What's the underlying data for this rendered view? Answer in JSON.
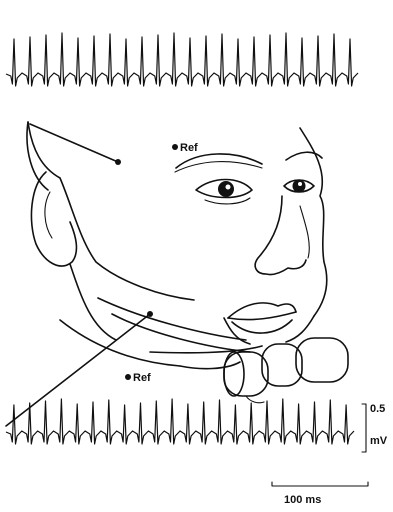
{
  "labels": {
    "ref_top": "Ref",
    "ref_bottom": "Ref",
    "scale_voltage_value": "0.5",
    "scale_voltage_unit": "mV",
    "scale_time": "100 ms"
  },
  "colors": {
    "ink": "#111111",
    "background": "#ffffff"
  },
  "traces": {
    "top_beats": 22,
    "bottom_beats": 22
  }
}
